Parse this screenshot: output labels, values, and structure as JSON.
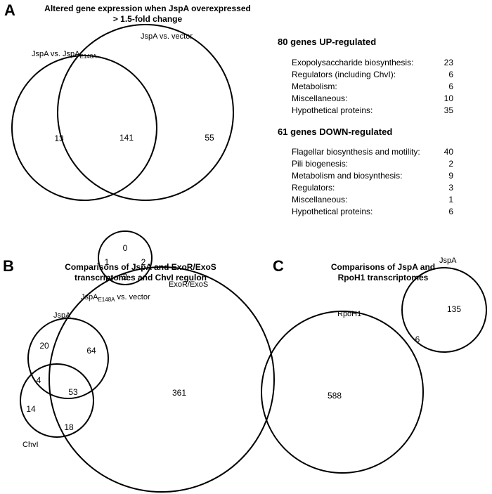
{
  "panels": {
    "A": {
      "letter": "A",
      "title_line1": "Altered gene expression when JspA overexpressed",
      "title_line2": "> 1.5-fold change",
      "set_label_jspa_vs_e148a_main": "JspA vs. JspA",
      "set_label_jspa_vs_e148a_sub": "E148A",
      "set_label_jspa_vs_vector": "JspA vs. vector",
      "set_label_e148a_vs_vector_main": "JspA",
      "set_label_e148a_vs_vector_sub": "E148A",
      "set_label_e148a_vs_vector_suffix": " vs. vector",
      "regions": {
        "only_left": "13",
        "left_right": "141",
        "only_right": "55",
        "triple": "0",
        "left_small": "1",
        "right_small": "2",
        "only_small": "2"
      }
    },
    "B": {
      "letter": "B",
      "title_line1": "Comparisons of JspA and ExoR/ExoS",
      "title_line2": "transcriptomes and ChvI regulon",
      "set_label_jspa": "JspA",
      "set_label_exors": "ExoR/ExoS",
      "set_label_chvi": "ChvI",
      "regions": {
        "jspa_only": "20",
        "jspa_exors": "64",
        "jspa_chvi": "4",
        "triple": "53",
        "chvi_only": "14",
        "chvi_exors": "18",
        "exors_only": "361"
      }
    },
    "C": {
      "letter": "C",
      "title_line1": "Comparisons of JspA and",
      "title_line2": "RpoH1 transcriptomes",
      "set_label_rpoh1": "RpoH1",
      "set_label_jspa": "JspA",
      "regions": {
        "rpoh1_only": "588",
        "overlap": "6",
        "jspa_only": "135"
      }
    }
  },
  "summary": {
    "up": {
      "header": "80 genes UP-regulated",
      "items": [
        {
          "label": "Exopolysaccharide biosynthesis:",
          "value": "23"
        },
        {
          "label": "Regulators (including ChvI):",
          "value": "6"
        },
        {
          "label": "Metabolism:",
          "value": "6"
        },
        {
          "label": "Miscellaneous:",
          "value": "10"
        },
        {
          "label": "Hypothetical proteins:",
          "value": "35"
        }
      ]
    },
    "down": {
      "header": "61 genes DOWN-regulated",
      "items": [
        {
          "label": "Flagellar biosynthesis and motility:",
          "value": "40"
        },
        {
          "label": "Pili biogenesis:",
          "value": "2"
        },
        {
          "label": "Metabolism and biosynthesis:",
          "value": "9"
        },
        {
          "label": "Regulators:",
          "value": "3"
        },
        {
          "label": "Miscellaneous:",
          "value": "1"
        },
        {
          "label": "Hypothetical proteins:",
          "value": "6"
        }
      ]
    }
  }
}
